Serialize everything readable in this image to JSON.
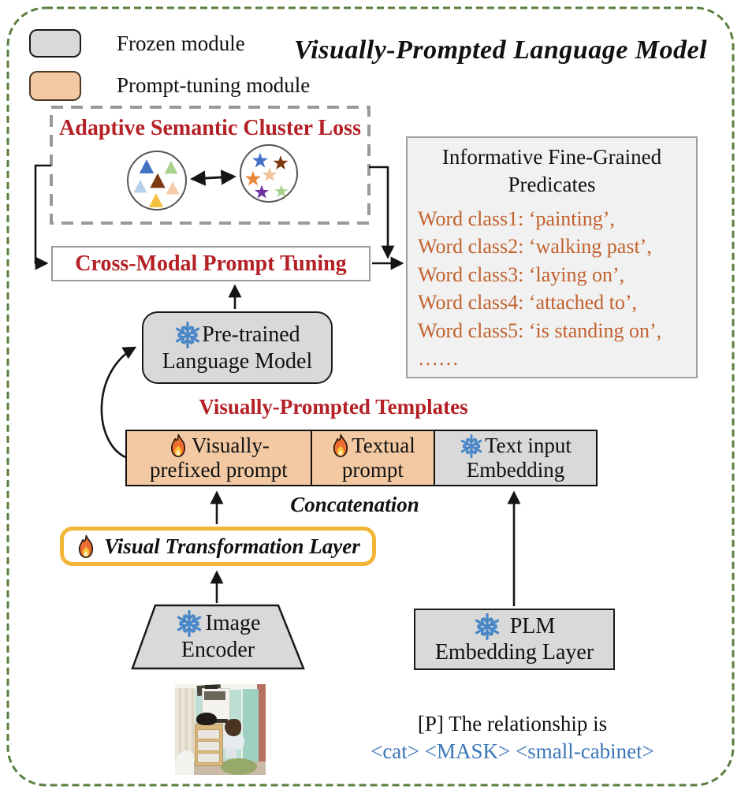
{
  "title": "Visually-Prompted Language Model",
  "legend": {
    "frozen": "Frozen module",
    "tuning": "Prompt-tuning module"
  },
  "cluster_loss": {
    "title": "Adaptive Semantic Cluster Loss",
    "triangle_colors": [
      "#4472c4",
      "#a9d18e",
      "#7b3a10",
      "#b4cfe8",
      "#f6cbaa",
      "#f5c142"
    ],
    "star_colors": [
      "#4472c4",
      "#7b3a10",
      "#e8883a",
      "#f2c49e",
      "#7030a0",
      "#a9d18e"
    ]
  },
  "cross_modal": {
    "label": "Cross-Modal Prompt Tuning"
  },
  "predicates": {
    "title_line1": "Informative Fine-Grained",
    "title_line2": "Predicates",
    "items": [
      "Word class1: ‘painting’,",
      "Word class2: ‘walking past’,",
      "Word class3: ‘laying on’,",
      "Word class4: ‘attached to’,",
      "Word class5: ‘is standing on’,"
    ],
    "ellipsis": "……"
  },
  "plm": {
    "line1": "Pre-trained",
    "line2": "Language Model"
  },
  "templates": {
    "heading": "Visually-Prompted Templates",
    "cells": [
      {
        "line1": "Visually-",
        "line2": "prefixed prompt"
      },
      {
        "line1": "Textual",
        "line2": "prompt"
      },
      {
        "line1": "Text input",
        "line2": "Embedding"
      }
    ],
    "concat": "Concatenation"
  },
  "vtl": {
    "label": "Visual Transformation Layer"
  },
  "image_encoder": {
    "line1": "Image",
    "line2": "Encoder"
  },
  "plm_embedding": {
    "line1": "PLM",
    "line2": "Embedding Layer"
  },
  "query": {
    "line1": "[P] The relationship is",
    "line2": "<cat> <MASK> <small-cabinet>"
  },
  "colors": {
    "heading_red": "#b42025",
    "predicate_orange": "#c2612c",
    "query_blue": "#3a76b8",
    "frozen_fill": "#d9d9d9",
    "tuning_fill": "#f2c9a2",
    "frame_green": "#5b7f3f",
    "vtl_gold": "#f2b636",
    "snowflake_blue": "#4a87c7"
  }
}
